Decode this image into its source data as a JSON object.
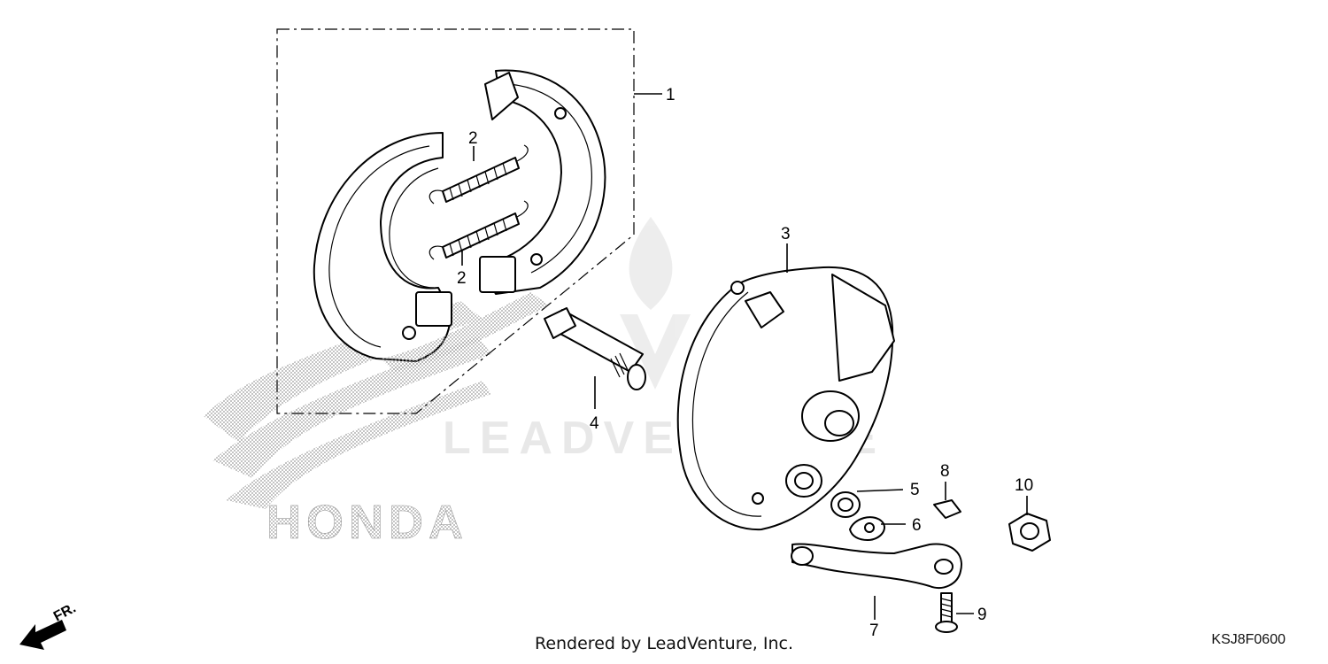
{
  "diagram": {
    "callouts": {
      "c1": "1",
      "c2a": "2",
      "c2b": "2",
      "c3": "3",
      "c4": "4",
      "c5": "5",
      "c6": "6",
      "c7": "7",
      "c8": "8",
      "c9": "9",
      "c10": "10"
    },
    "front_indicator": "FR.",
    "brand_logo_text": "HONDA",
    "watermark_text": "LEADVENTURE",
    "colors": {
      "line": "#000000",
      "dot_pattern": "#9a9a9a",
      "watermark": "#e6e6e6"
    }
  },
  "footer": {
    "rendered_by": "Rendered by LeadVenture, Inc.",
    "diagram_code": "KSJ8F0600"
  }
}
